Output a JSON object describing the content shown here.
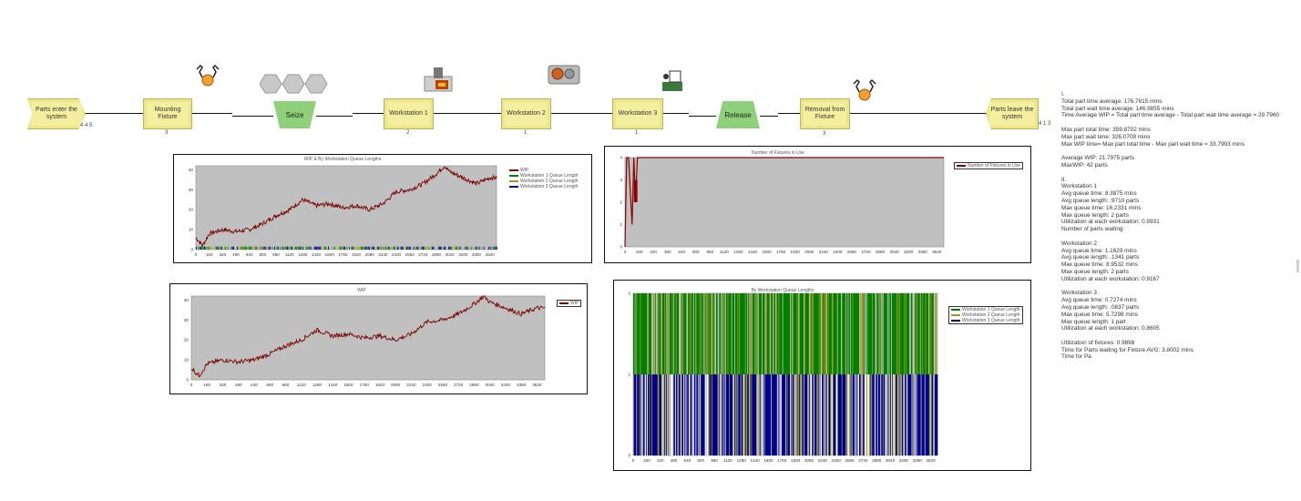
{
  "flow": {
    "nodes": [
      {
        "label": "Parts enter the system",
        "count": "4 4 5"
      },
      {
        "label": "Mounting Fixture",
        "count": "3"
      },
      {
        "label": "Seize"
      },
      {
        "label": "Workstation 1",
        "count": "2"
      },
      {
        "label": "Workstation 2",
        "count": "1"
      },
      {
        "label": "Workstation 3",
        "count": "1"
      },
      {
        "label": "Release"
      },
      {
        "label": "Removal from Fixture",
        "count": "3"
      },
      {
        "label": "Parts leave the system",
        "count": "4 1 3"
      }
    ]
  },
  "icons": [
    "operator-icon",
    "resource-hexagons-icon",
    "machine-icon",
    "gear-machine-icon",
    "worker-desk-icon",
    "operator-icon"
  ],
  "charts": {
    "wip_queue": {
      "title": "WIP & By Workstation Queue Lengths",
      "legend": [
        "WIP",
        "Workstation 1 Queue Length",
        "Workstation 2 Queue Length",
        "Workstation 3 Queue Length"
      ]
    },
    "fixtures": {
      "title": "Number of Fixtures in Use",
      "legend": [
        "Number of Fixtures in Use"
      ]
    },
    "wip": {
      "title": "WIP",
      "legend": [
        "WIP"
      ]
    },
    "queues": {
      "title": "By Workstation Queue Lengths",
      "legend": [
        "Workstation 1 Queue Length",
        "Workstation 2 Queue Length",
        "Workstation 3 Queue Length"
      ]
    }
  },
  "chart_data": [
    {
      "type": "line",
      "title": "WIP & By Workstation Queue Lengths",
      "x_ticks": [
        0,
        160,
        320,
        480,
        640,
        800,
        960,
        1120,
        1280,
        1440,
        1600,
        1760,
        1920,
        2080,
        2240,
        2400,
        2560,
        2720,
        2880,
        3040,
        3200,
        3360,
        3520
      ],
      "y_ticks": [
        0,
        10,
        20,
        30,
        40
      ],
      "ylim": [
        0,
        42
      ],
      "xlim": [
        0,
        3600
      ],
      "series": [
        {
          "name": "WIP",
          "color": "#7a0000",
          "x": [
            0,
            80,
            160,
            320,
            480,
            640,
            800,
            960,
            1120,
            1280,
            1440,
            1600,
            1760,
            1920,
            2080,
            2240,
            2400,
            2560,
            2720,
            2880,
            2980,
            3040,
            3200,
            3360,
            3520,
            3600
          ],
          "values": [
            6,
            2,
            8,
            10,
            9,
            10,
            13,
            17,
            20,
            25,
            22,
            23,
            21,
            22,
            20,
            23,
            29,
            30,
            33,
            38,
            42,
            39,
            36,
            33,
            36,
            36
          ]
        },
        {
          "name": "Workstation 1 Queue Length",
          "color": "#008000",
          "x": [
            0,
            3600
          ],
          "values": [
            1,
            1
          ]
        },
        {
          "name": "Workstation 2 Queue Length",
          "color": "#9a9a20",
          "x": [
            0,
            3600
          ],
          "values": [
            0.5,
            0.5
          ]
        },
        {
          "name": "Workstation 3 Queue Length",
          "color": "#00008b",
          "x": [
            0,
            3600
          ],
          "values": [
            0.2,
            0.2
          ]
        }
      ],
      "grid": false,
      "legend": "right"
    },
    {
      "type": "line",
      "title": "Number of Fixtures in Use",
      "x_ticks": [
        0,
        160,
        320,
        480,
        640,
        800,
        960,
        1120,
        1280,
        1440,
        1600,
        1760,
        1920,
        2080,
        2240,
        2400,
        2560,
        2720,
        2880,
        3040,
        3200,
        3360,
        3520
      ],
      "y_ticks": [
        0,
        1,
        2,
        3,
        4
      ],
      "ylim": [
        0,
        4
      ],
      "xlim": [
        0,
        3600
      ],
      "series": [
        {
          "name": "Number of Fixtures in Use",
          "color": "#8b0000",
          "x": [
            0,
            20,
            40,
            80,
            100,
            120,
            140,
            160,
            3600
          ],
          "values": [
            0,
            4,
            4,
            1,
            4,
            2,
            4,
            4,
            4
          ]
        }
      ],
      "legend": "right"
    },
    {
      "type": "line",
      "title": "WIP",
      "x_ticks": [
        0,
        160,
        320,
        480,
        640,
        800,
        960,
        1120,
        1280,
        1440,
        1600,
        1760,
        1920,
        2080,
        2240,
        2400,
        2560,
        2720,
        2880,
        3040,
        3200,
        3360,
        3520
      ],
      "y_ticks": [
        0,
        10,
        20,
        30,
        40
      ],
      "ylim": [
        0,
        42
      ],
      "xlim": [
        0,
        3600
      ],
      "series": [
        {
          "name": "WIP",
          "color": "#7a0000",
          "x": [
            0,
            80,
            160,
            320,
            480,
            640,
            800,
            960,
            1120,
            1280,
            1440,
            1600,
            1760,
            1920,
            2080,
            2240,
            2400,
            2560,
            2720,
            2880,
            2980,
            3040,
            3200,
            3360,
            3520,
            3600
          ],
          "values": [
            6,
            2,
            8,
            10,
            9,
            10,
            13,
            17,
            20,
            25,
            22,
            23,
            21,
            22,
            20,
            23,
            29,
            30,
            33,
            38,
            42,
            39,
            36,
            33,
            36,
            36
          ]
        }
      ],
      "legend": "right"
    },
    {
      "type": "area",
      "title": "By Workstation Queue Lengths",
      "x_ticks": [
        0,
        160,
        320,
        480,
        640,
        800,
        960,
        1120,
        1280,
        1440,
        1600,
        1760,
        1920,
        2080,
        2240,
        2400,
        2560,
        2720,
        2880,
        3040,
        3200,
        3360,
        3520
      ],
      "y_ticks": [
        0,
        1,
        2
      ],
      "ylim": [
        0,
        2
      ],
      "xlim": [
        0,
        3600
      ],
      "series": [
        {
          "name": "Workstation 1 Queue Length",
          "color": "#008000"
        },
        {
          "name": "Workstation 2 Queue Length",
          "color": "#9a9a20"
        },
        {
          "name": "Workstation 3 Queue Length",
          "color": "#00008b"
        }
      ],
      "legend": "right"
    }
  ],
  "stats": {
    "text": "I.\nTotal part time average: 176.7815 mins\nTotal part wait time average: 146.9855 mins\nTime Average WIP = Total part time average - Total part wait time average = 29.7960\n\nMax part total time: 359.8702 mins\nMax part wait time: 326.0709 mins\nMax WIP time= Max part total time - Max part wait time = 33.7993 mins\n\nAverage WIP: 21.7975 parts\nMaxWIP: 42 parts\n\nII.\nWorkstation 1\nAvg queue time: 8.3875 mins\nAvg queue length: .9710 parts\nMax queue time: 16.2331 mins\nMax queue length: 2 parts\nUtilization at each workstation: 0.9931\nNumber of parts waiting:\n\nWorkstation 2\nAvg queue time: 1.1629 mins\nAvg queue length: .1341 parts\nMax queue time: 8.9532 mins\nMax queue length: 2 parts\nUtilization at each workstation: 0.9167\n\nWorkstation 3\nAvg queue time: 0.7274 mins\nAvg queue length: .0837 parts\nMax queue time: 5.7298 mins\nMax queue length: 1 part\nUtilization at each workstation: 0.8605\n\nUtilization of fixtures: 0.9898\nTime for Parts waiting for Fixture AVG: 3.8002 mins\nTime for Pa"
  }
}
